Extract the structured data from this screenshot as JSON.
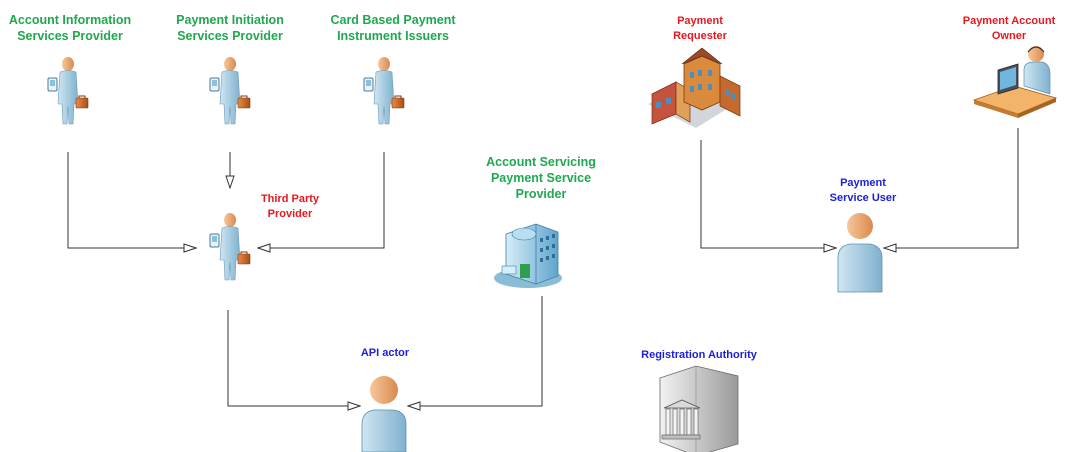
{
  "actors": {
    "aisp": "Account Information\nServices Provider",
    "pisp": "Payment Initiation\nServices Provider",
    "cbpii": "Card Based Payment\nInstrument Issuers",
    "tpp": "Third Party\nProvider",
    "aspsp": "Account Servicing\nPayment Service\nProvider",
    "api_actor": "API actor",
    "payment_requester": "Payment\nRequester",
    "payment_account_owner": "Payment Account\nOwner",
    "payment_service_user": "Payment\nService User",
    "registration_authority": "Registration Authority"
  },
  "colors": {
    "provider_label": "#1fa84f",
    "party_label": "#e8171e",
    "role_label": "#1b1fd6",
    "connector": "#333333"
  },
  "icons": {
    "business_person": "business-person-icon",
    "building": "office-building-icon",
    "bank": "bank-building-icon",
    "user": "user-icon",
    "houses": "houses-icon",
    "desk_user": "desk-user-icon"
  }
}
